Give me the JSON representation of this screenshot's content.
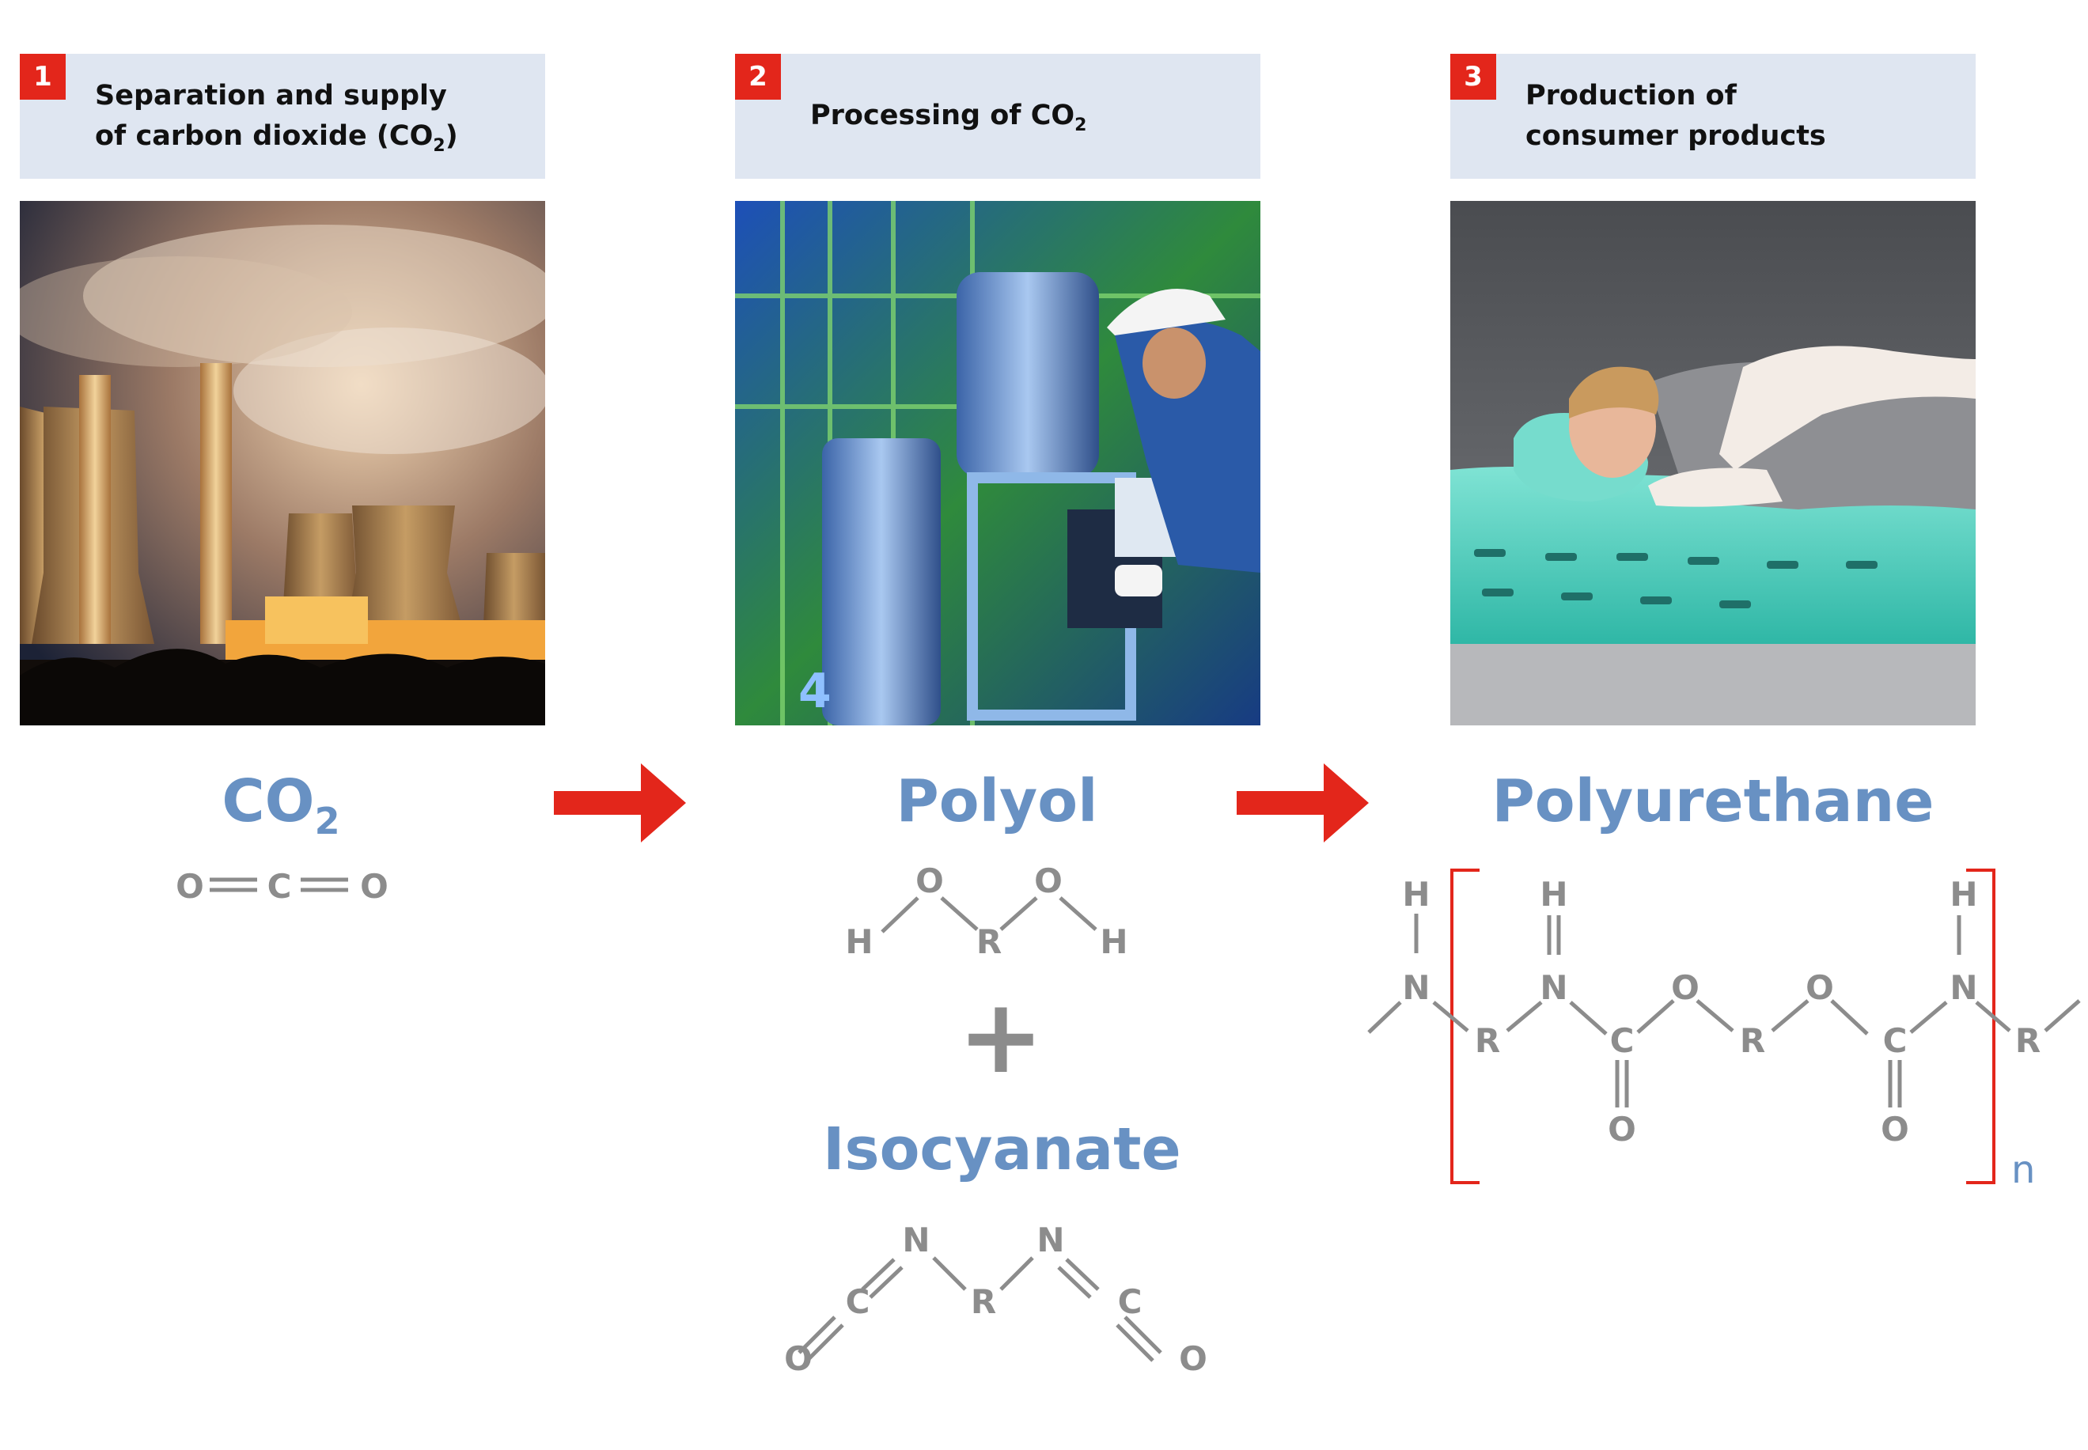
{
  "steps": [
    {
      "number": "1",
      "title_line1": "Separation and supply",
      "title_line2_prefix": "of carbon dioxide (CO",
      "title_line2_sub": "2",
      "title_line2_suffix": ")"
    },
    {
      "number": "2",
      "title_prefix": "Processing of CO",
      "title_sub": "2"
    },
    {
      "number": "3",
      "title_line1": "Production of",
      "title_line2": "consumer products"
    }
  ],
  "chemicals": {
    "co2": {
      "name_prefix": "CO",
      "name_sub": "2"
    },
    "polyol": {
      "name": "Polyol"
    },
    "plus": "+",
    "isocyanate": {
      "name": "Isocyanate"
    },
    "polyurethane": {
      "name": "Polyurethane",
      "repeat": "n"
    }
  },
  "atoms": {
    "O": "O",
    "C": "C",
    "H": "H",
    "N": "N",
    "R": "R"
  },
  "colors": {
    "accent_red": "#e3261b",
    "header_bg": "#dfe6f1",
    "chem_blue": "#6891c3",
    "formula_gray": "#8c8c8c"
  }
}
